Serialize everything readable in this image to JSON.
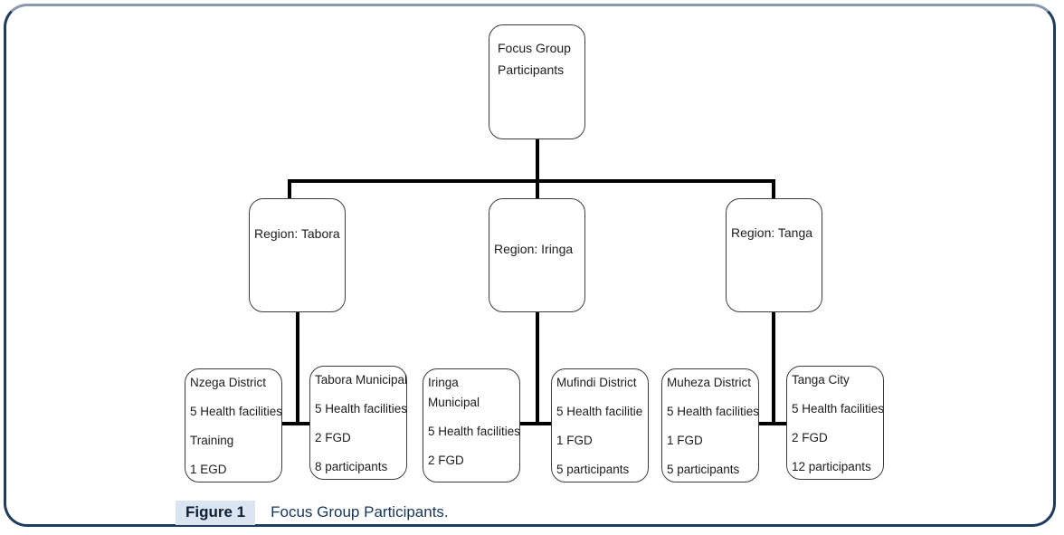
{
  "figure": {
    "root": {
      "label": "Focus Group Participants"
    },
    "regions": [
      {
        "label": "Region: Tabora"
      },
      {
        "label": "Region: Iringa"
      },
      {
        "label": "Region: Tanga"
      }
    ],
    "leaves": [
      {
        "lines": [
          "Nzega District",
          "5 Health facilities",
          "Training",
          "1 EGD"
        ]
      },
      {
        "lines": [
          "Tabora Municipal",
          "5 Health facilities",
          "2 FGD",
          "8 participants"
        ]
      },
      {
        "lines": [
          "Iringa",
          "Municipal",
          "5 Health facilities",
          "2 FGD"
        ]
      },
      {
        "lines": [
          "Mufindi District",
          "5 Health facilitie",
          "1 FGD",
          "5 participants"
        ]
      },
      {
        "lines": [
          "Muheza District",
          "5 Health facilities",
          "1 FGD",
          "5 participants"
        ]
      },
      {
        "lines": [
          "Tanga City",
          "5 Health facilities",
          "2 FGD",
          "12 participants"
        ]
      }
    ]
  },
  "caption": {
    "label": "Figure 1",
    "text": "Focus Group Participants."
  },
  "colors": {
    "frame_border": "#1f3b5e",
    "frame_border_top": "#8a99ae",
    "box_border": "#3d3d3d",
    "connector": "#000000",
    "text": "#1c1c1c",
    "caption_badge_bg": "#dbe5f1",
    "caption_text": "#17365d"
  }
}
